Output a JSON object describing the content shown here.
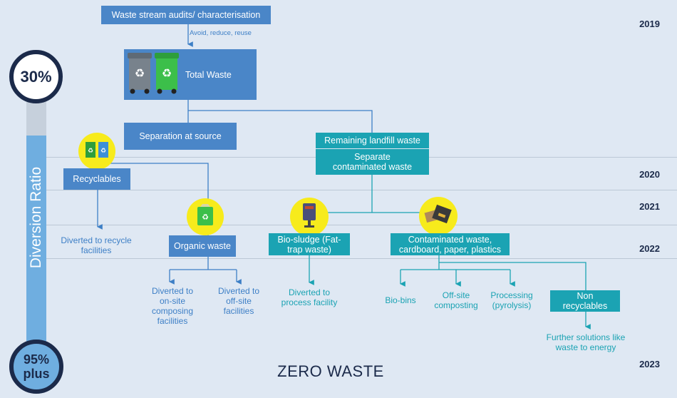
{
  "years": [
    "2019",
    "2020",
    "2021",
    "2022",
    "2023"
  ],
  "boxes": {
    "audit": "Waste stream audits/ characterisation",
    "total": "Total Waste",
    "separation": "Separation at source",
    "recyclables": "Recyclables",
    "remaining": "Remaining landfill waste",
    "separate_contaminated": "Separate contaminated waste",
    "organic": "Organic waste",
    "biosludge": "Bio-sludge (Fat-trap waste)",
    "contaminated": "Contaminated waste, cardboard, paper, plastics",
    "non_recyclables": "Non recyclables"
  },
  "labels": {
    "avoid": "Avoid, reduce, reuse",
    "recycle_facilities": "Diverted to recycle facilities",
    "onsite": "Diverted to on-site composing facilities",
    "offsite": "Diverted to off-site facilities",
    "process": "Diverted to process facility",
    "biobins": "Bio-bins",
    "offsite_composting": "Off-site composting",
    "pyrolysis": "Processing (pyrolysis)",
    "further": "Further solutions like waste to energy"
  },
  "ratio": {
    "top": "30%",
    "bottom_pct": "95%",
    "bottom_word": "plus",
    "axis": "Diversion Ratio"
  },
  "footer": "ZERO WASTE",
  "colors": {
    "blue": "#4a86c8",
    "teal": "#1ba3b3",
    "yellow": "#f7eb1c",
    "navy": "#1b2a4a",
    "background": "#dfe8f3"
  }
}
